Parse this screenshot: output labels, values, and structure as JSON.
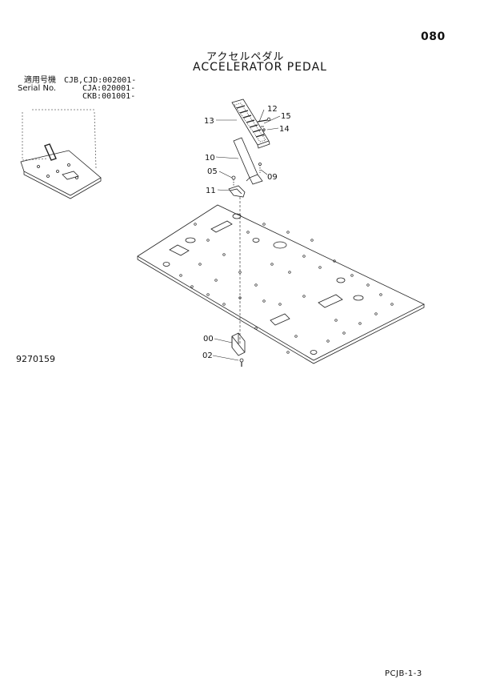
{
  "header": {
    "page_number": "080",
    "title_jp": "アクセルペダル",
    "title_en": "ACCELERATOR PEDAL"
  },
  "serial_block": {
    "label_jp": "適用号機",
    "label_en": "Serial No.",
    "values": [
      "CJB,CJD:002001-",
      "CJA:020001-",
      "CKB:001001-"
    ]
  },
  "callouts": [
    "13",
    "12",
    "15",
    "14",
    "10",
    "09",
    "05",
    "11",
    "00",
    "02"
  ],
  "drawing_number": "9270159",
  "footer": {
    "code": "PCJB-1-3"
  }
}
